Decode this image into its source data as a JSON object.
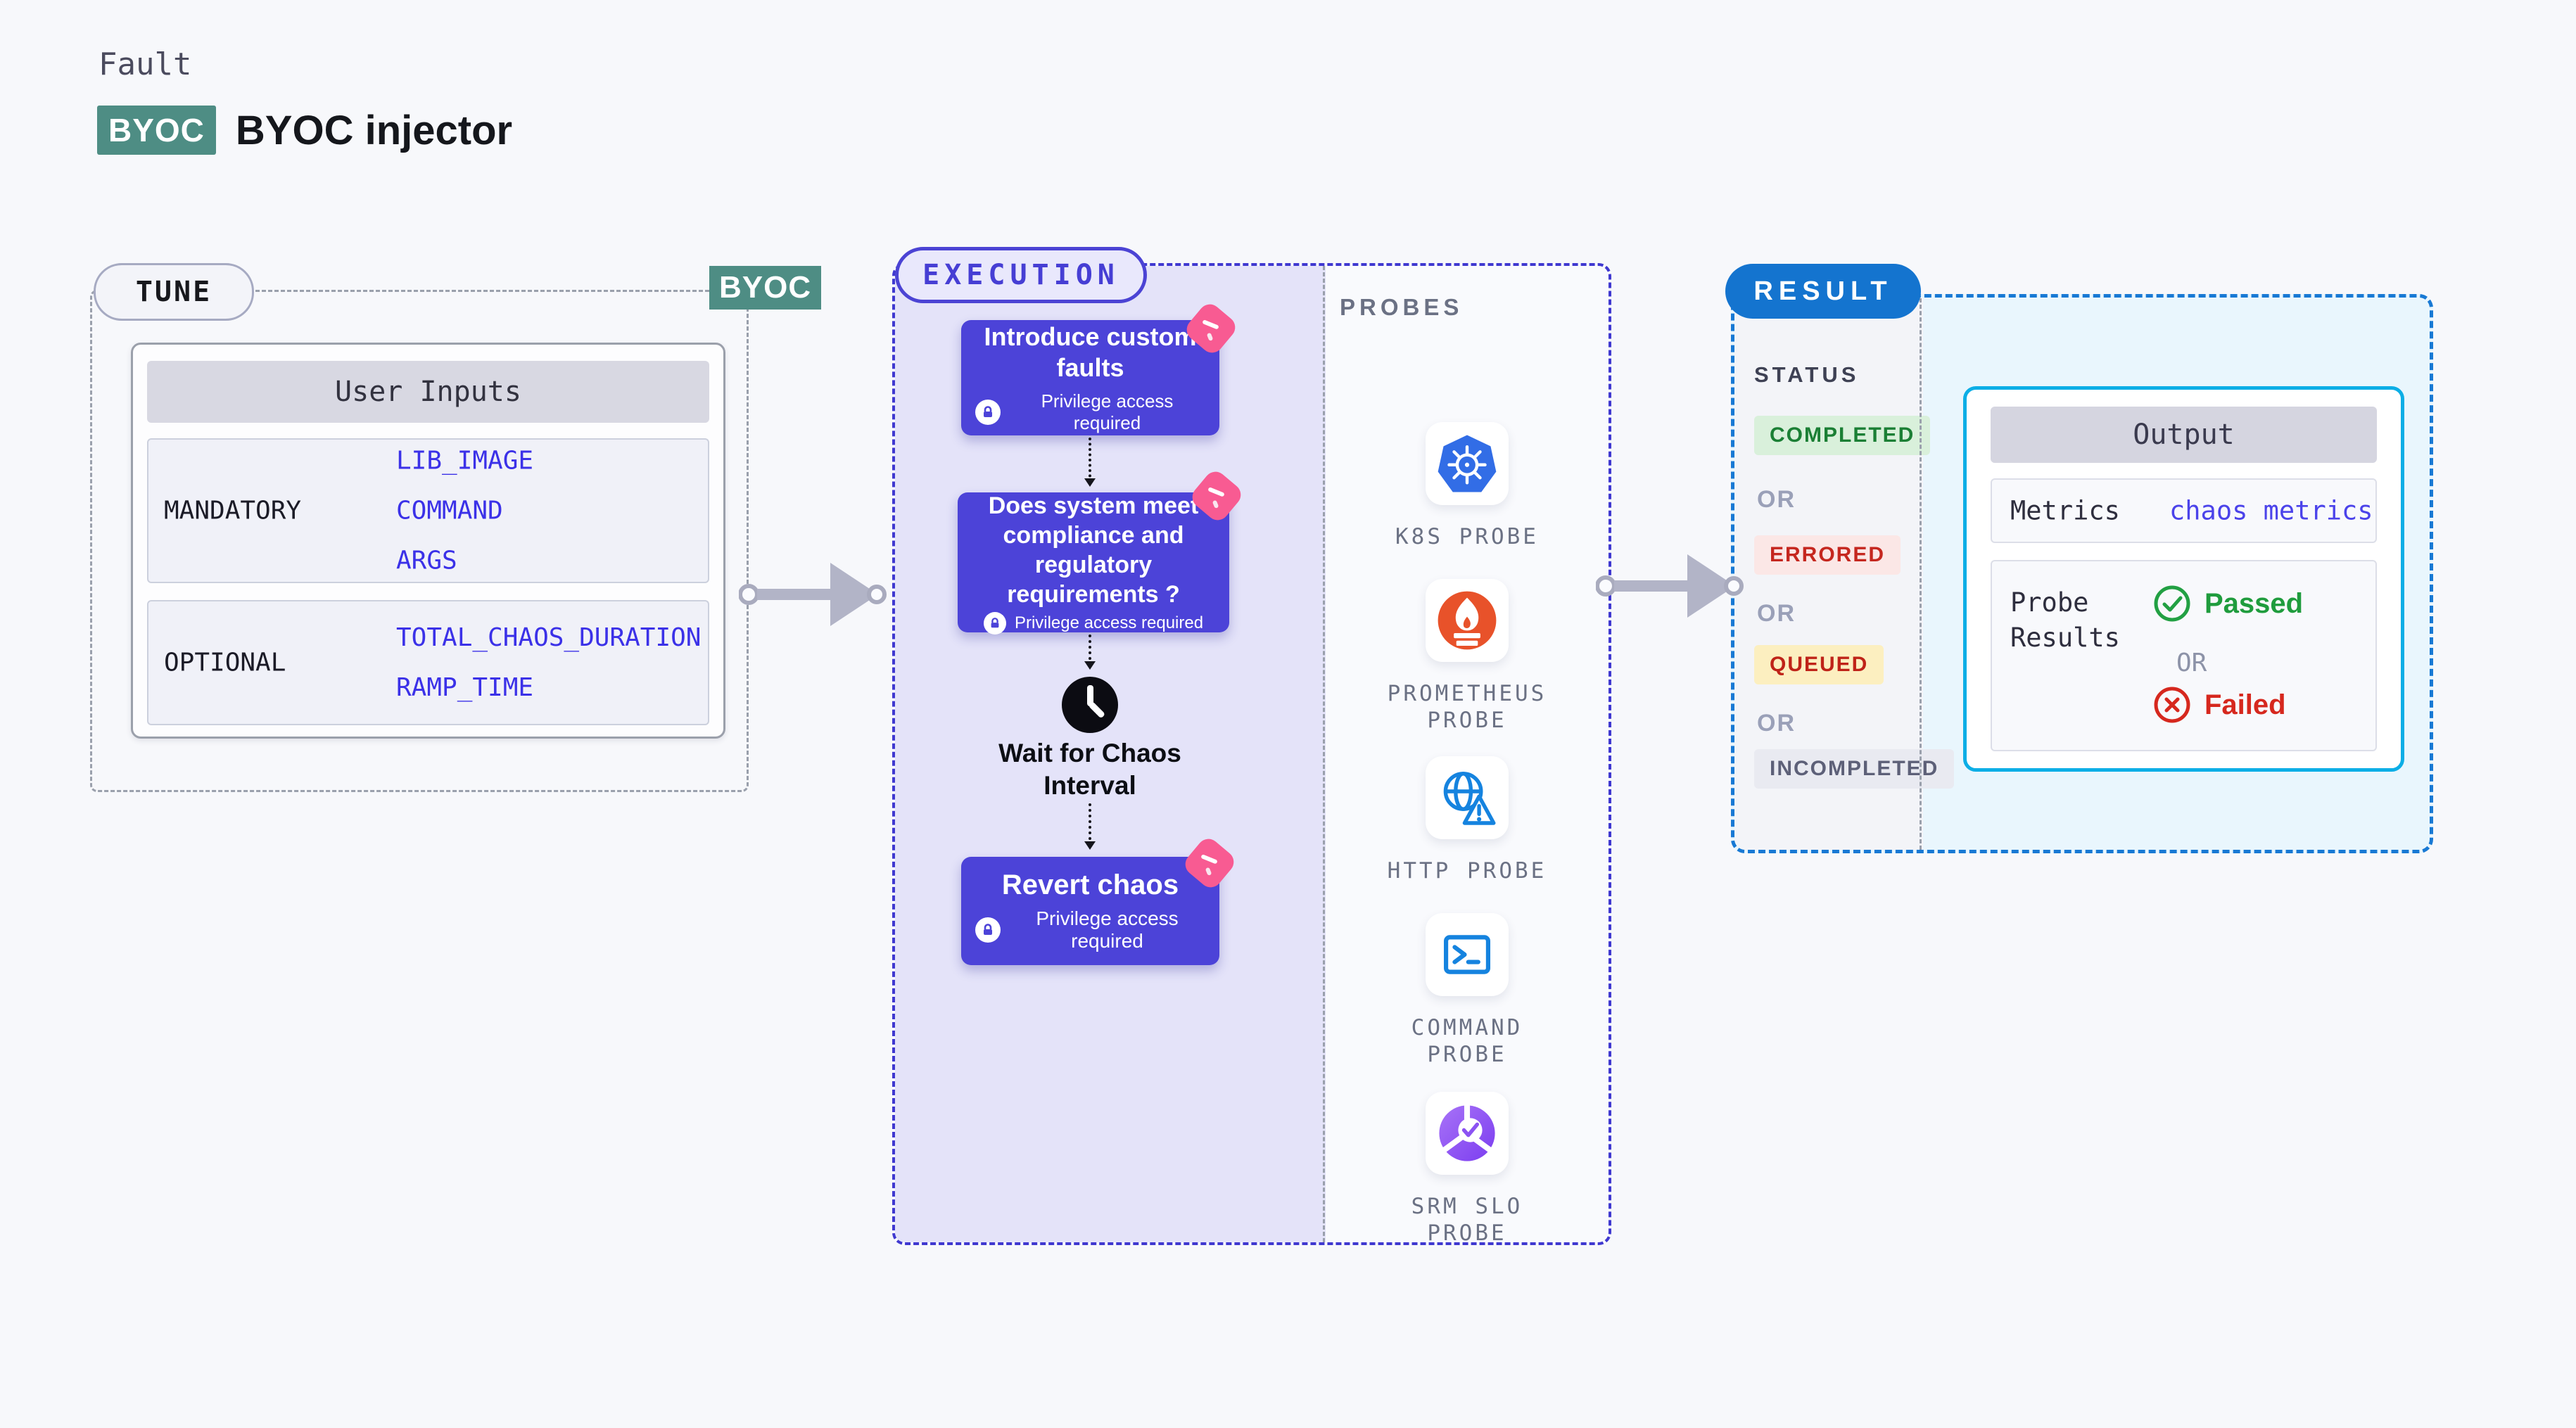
{
  "colors": {
    "page_bg": "#f7f8fb",
    "teal_badge": "#4e8d84",
    "indigo_card": "#4c43d8",
    "execution_dash": "#3f38d0",
    "execution_fill": "#e4e3f9",
    "result_dash": "#1879d4",
    "result_pill": "#1474cf",
    "output_border": "#0caee6",
    "output_fill": "#e9f6fd",
    "value_blue": "#3b31e8",
    "pink_tag": "#f85b92",
    "arrow_gray": "#b2b4c7",
    "passed_green": "#1f9c3d",
    "failed_red": "#d6281e"
  },
  "header": {
    "kicker": "Fault",
    "badge": "BYOC",
    "title": "BYOC injector"
  },
  "tune": {
    "label": "TUNE",
    "corner_tag": "BYOC",
    "inputs": {
      "header": "User Inputs",
      "rows": [
        {
          "key": "MANDATORY",
          "values": [
            "LIB_IMAGE",
            "COMMAND",
            "ARGS"
          ]
        },
        {
          "key": "OPTIONAL",
          "values": [
            "TOTAL_CHAOS_DURATION",
            "RAMP_TIME"
          ]
        }
      ]
    }
  },
  "execution": {
    "label": "EXECUTION",
    "privilege_note": "Privilege access required",
    "steps": [
      {
        "title": "Introduce custom faults"
      },
      {
        "title": "Does system meet compliance and regulatory requirements ?"
      },
      {
        "title": "Revert chaos"
      }
    ],
    "wait_label": "Wait for Chaos Interval"
  },
  "probes": {
    "label": "PROBES",
    "items": [
      {
        "name": "K8S PROBE",
        "icon": "kubernetes-icon"
      },
      {
        "name": "PROMETHEUS PROBE",
        "icon": "prometheus-icon"
      },
      {
        "name": "HTTP PROBE",
        "icon": "http-globe-icon"
      },
      {
        "name": "COMMAND PROBE",
        "icon": "terminal-icon"
      },
      {
        "name": "SRM SLO PROBE",
        "icon": "srm-slo-icon"
      }
    ]
  },
  "result": {
    "label": "RESULT",
    "status_title": "STATUS",
    "or_label": "OR",
    "statuses": [
      {
        "text": "COMPLETED",
        "fg": "#1b7f35",
        "bg": "#d9f0db"
      },
      {
        "text": "ERRORED",
        "fg": "#c5271f",
        "bg": "#fbe7e6"
      },
      {
        "text": "QUEUED",
        "fg": "#bf2318",
        "bg": "#fcefc0"
      },
      {
        "text": "INCOMPLETED",
        "fg": "#5d6078",
        "bg": "#e9eaf1"
      }
    ],
    "output": {
      "header": "Output",
      "metrics_label": "Metrics",
      "metrics_value": "chaos metrics",
      "probe_results_label": "Probe Results",
      "passed_label": "Passed",
      "failed_label": "Failed"
    }
  }
}
